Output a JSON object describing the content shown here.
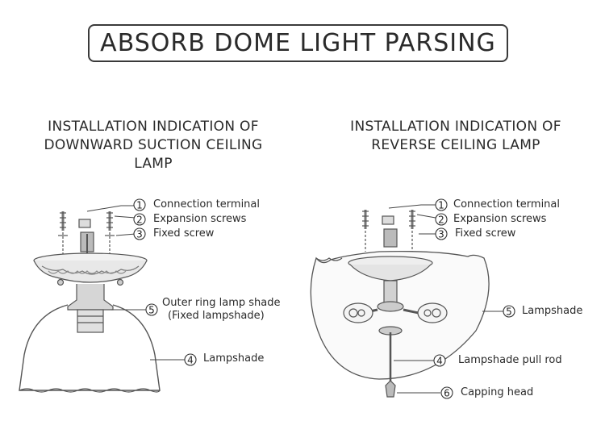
{
  "title": "ABSORB DOME LIGHT PARSING",
  "left": {
    "heading_lines": [
      "INSTALLATION INDICATION OF",
      "DOWNWARD SUCTION CEILING",
      "LAMP"
    ],
    "callouts": [
      {
        "num": "1",
        "text": "Connection terminal"
      },
      {
        "num": "2",
        "text": "Expansion screws"
      },
      {
        "num": "3",
        "text": "Fixed screw"
      },
      {
        "num": "5",
        "text": "Outer ring lamp shade",
        "text2": "(Fixed lampshade)"
      },
      {
        "num": "4",
        "text": "Lampshade"
      }
    ]
  },
  "right": {
    "heading_lines": [
      "INSTALLATION INDICATION OF",
      "REVERSE CEILING LAMP"
    ],
    "callouts": [
      {
        "num": "1",
        "text": "Connection terminal"
      },
      {
        "num": "2",
        "text": "Expansion screws"
      },
      {
        "num": "3",
        "text": "Fixed screw"
      },
      {
        "num": "5",
        "text": "Lampshade"
      },
      {
        "num": "4",
        "text": "Lampshade pull rod"
      },
      {
        "num": "6",
        "text": "Capping head"
      }
    ]
  }
}
